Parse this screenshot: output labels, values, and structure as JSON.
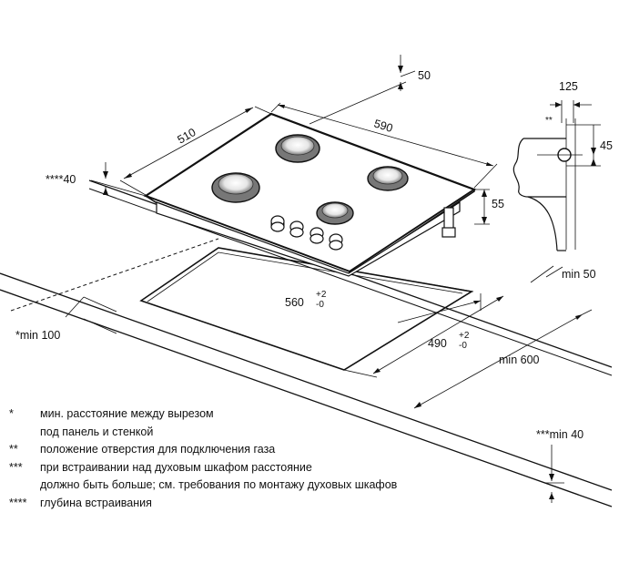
{
  "dimensions": {
    "top_clearance": "50",
    "depth": "510",
    "width": "590",
    "side_offset": "125",
    "gas_inlet_mark": "**",
    "gas_inlet_height": "45",
    "installation_depth": "****40",
    "height": "55",
    "rear_gap": "min 50",
    "cutout_width": "560",
    "cutout_width_tol_plus": "+2",
    "cutout_width_tol_minus": "-0",
    "cutout_depth": "490",
    "cutout_depth_tol_plus": "+2",
    "cutout_depth_tol_minus": "-0",
    "wall_gap": "*min 100",
    "worktop_depth": "min 600",
    "oven_gap": "***min 40"
  },
  "legend": [
    {
      "mark": "*",
      "lines": [
        "мин. расстояние между вырезом",
        "под панель и стенкой"
      ]
    },
    {
      "mark": "**",
      "lines": [
        "положение отверстия для подключения газа"
      ]
    },
    {
      "mark": "***",
      "lines": [
        "при встраивании над духовым шкафом расстояние",
        "должно быть больше; см. требования по монтажу духовых шкафов"
      ]
    },
    {
      "mark": "****",
      "lines": [
        "глубина встраивания"
      ]
    }
  ]
}
